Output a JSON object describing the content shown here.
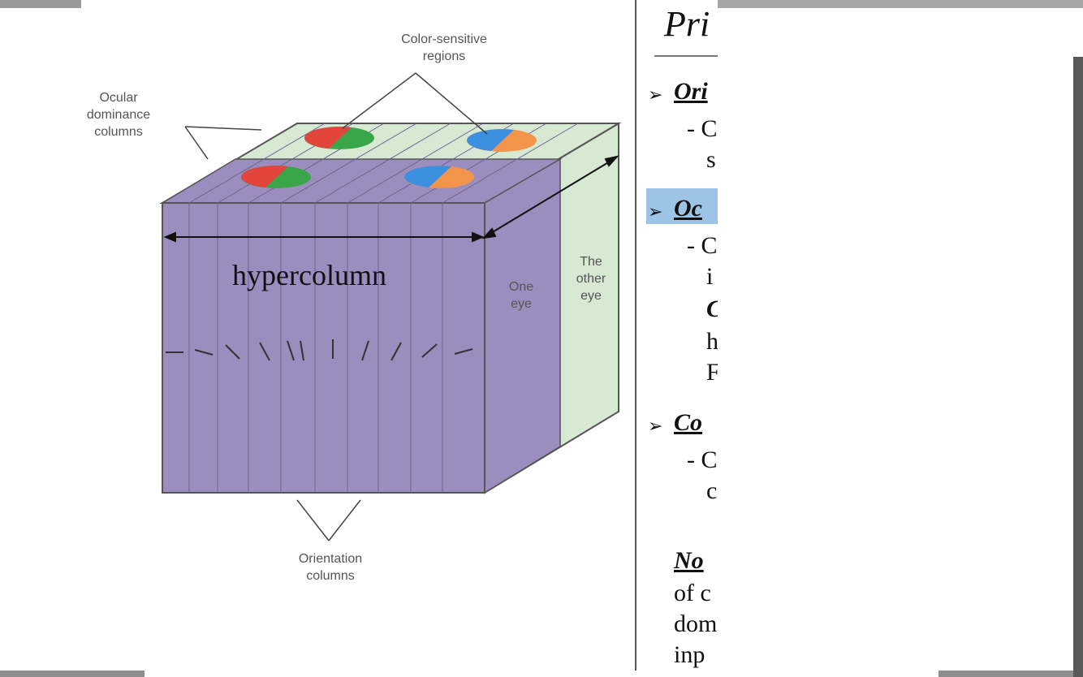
{
  "figure": {
    "labels": {
      "color_sensitive": "Color-sensitive\nregions",
      "ocular_dominance": "Ocular\ndominance\ncolumns",
      "hypercolumn": "hypercolumn",
      "one_eye": "One\neye",
      "other_eye": "The\nother\neye",
      "orientation": "Orientation\ncolumns"
    },
    "colors": {
      "front_face": "#9b8dbd",
      "top_face": "#d7e9d3",
      "side_face": "#d7e9d3",
      "blob_red": "#e2453c",
      "blob_green": "#3aa64a",
      "blob_blue": "#3d8fe0",
      "blob_orange": "#f2954a"
    }
  },
  "slide": {
    "title": "Pri",
    "bullets": [
      {
        "marker": "➢",
        "heading": "Ori",
        "lines": [
          "- C",
          "s"
        ]
      },
      {
        "marker": "➢",
        "heading": "Oc",
        "lines": [
          "- C",
          "i",
          "C",
          "h",
          "F"
        ]
      },
      {
        "marker": "➢",
        "heading": "Co",
        "lines": [
          "- C",
          "c"
        ]
      }
    ],
    "note_heading": "No",
    "note_lines": [
      "of c",
      "dom",
      "inp"
    ]
  }
}
